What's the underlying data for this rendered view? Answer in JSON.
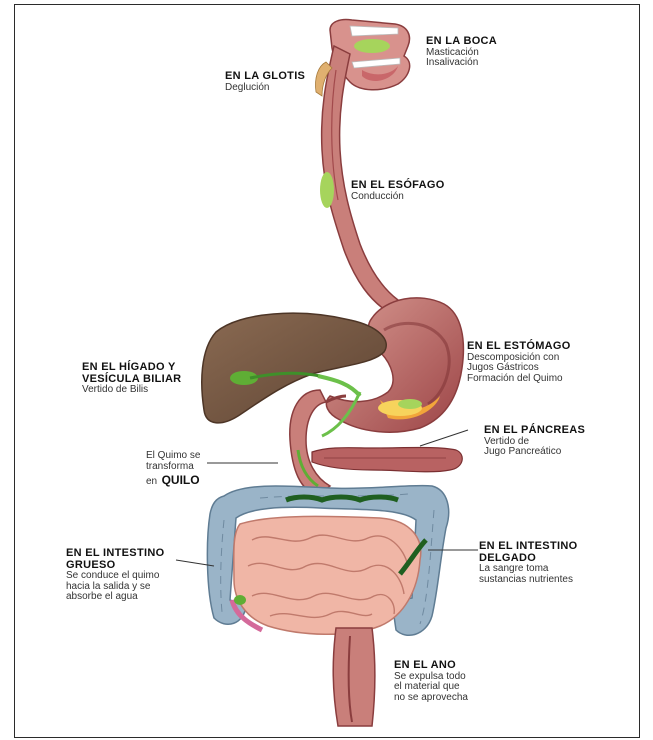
{
  "labels": {
    "boca": {
      "title": "EN LA BOCA",
      "lines": [
        "Masticación",
        "Insalivación"
      ]
    },
    "glotis": {
      "title": "EN LA GLOTIS",
      "lines": [
        "Deglución"
      ]
    },
    "esofago": {
      "title": "EN EL ESÓFAGO",
      "lines": [
        "Conducción"
      ]
    },
    "estomago": {
      "title": "EN EL ESTÓMAGO",
      "lines": [
        "Descomposición con",
        "Jugos Gástricos",
        "Formación del Quimo"
      ]
    },
    "higado": {
      "title_lines": [
        "EN EL HÍGADO Y",
        "VESÍCULA BILIAR"
      ],
      "lines": [
        "Vertido de Bilis"
      ]
    },
    "pancreas": {
      "title": "EN EL PÁNCREAS",
      "lines": [
        "Vertido de",
        "Jugo Pancreático"
      ]
    },
    "quimo": {
      "lines": [
        "El Quimo se",
        "transforma"
      ],
      "prefix": "en",
      "highlight": "QUILO"
    },
    "grueso": {
      "title_lines": [
        "EN EL INTESTINO",
        "GRUESO"
      ],
      "lines": [
        "Se conduce el quimo",
        "hacia la salida y se",
        "absorbe el agua"
      ]
    },
    "delgado": {
      "title_lines": [
        "EN EL INTESTINO",
        "DELGADO"
      ],
      "lines": [
        "La sangre toma",
        "sustancias nutrientes"
      ]
    },
    "ano": {
      "title": "EN EL ANO",
      "lines": [
        "Se expulsa todo",
        "el material que",
        "no se aprovecha"
      ]
    }
  },
  "colors": {
    "tract": "#c97f7a",
    "tract_dark": "#8a3d3e",
    "tract_inner": "#a24a4c",
    "liver": "#7a5a44",
    "bolus_green": "#8fce4a",
    "bile_green": "#3f8f2a",
    "large_intestine": "#9ab4c8",
    "small_intestine": "#f0b6a6",
    "pancreas": "#b86262"
  }
}
